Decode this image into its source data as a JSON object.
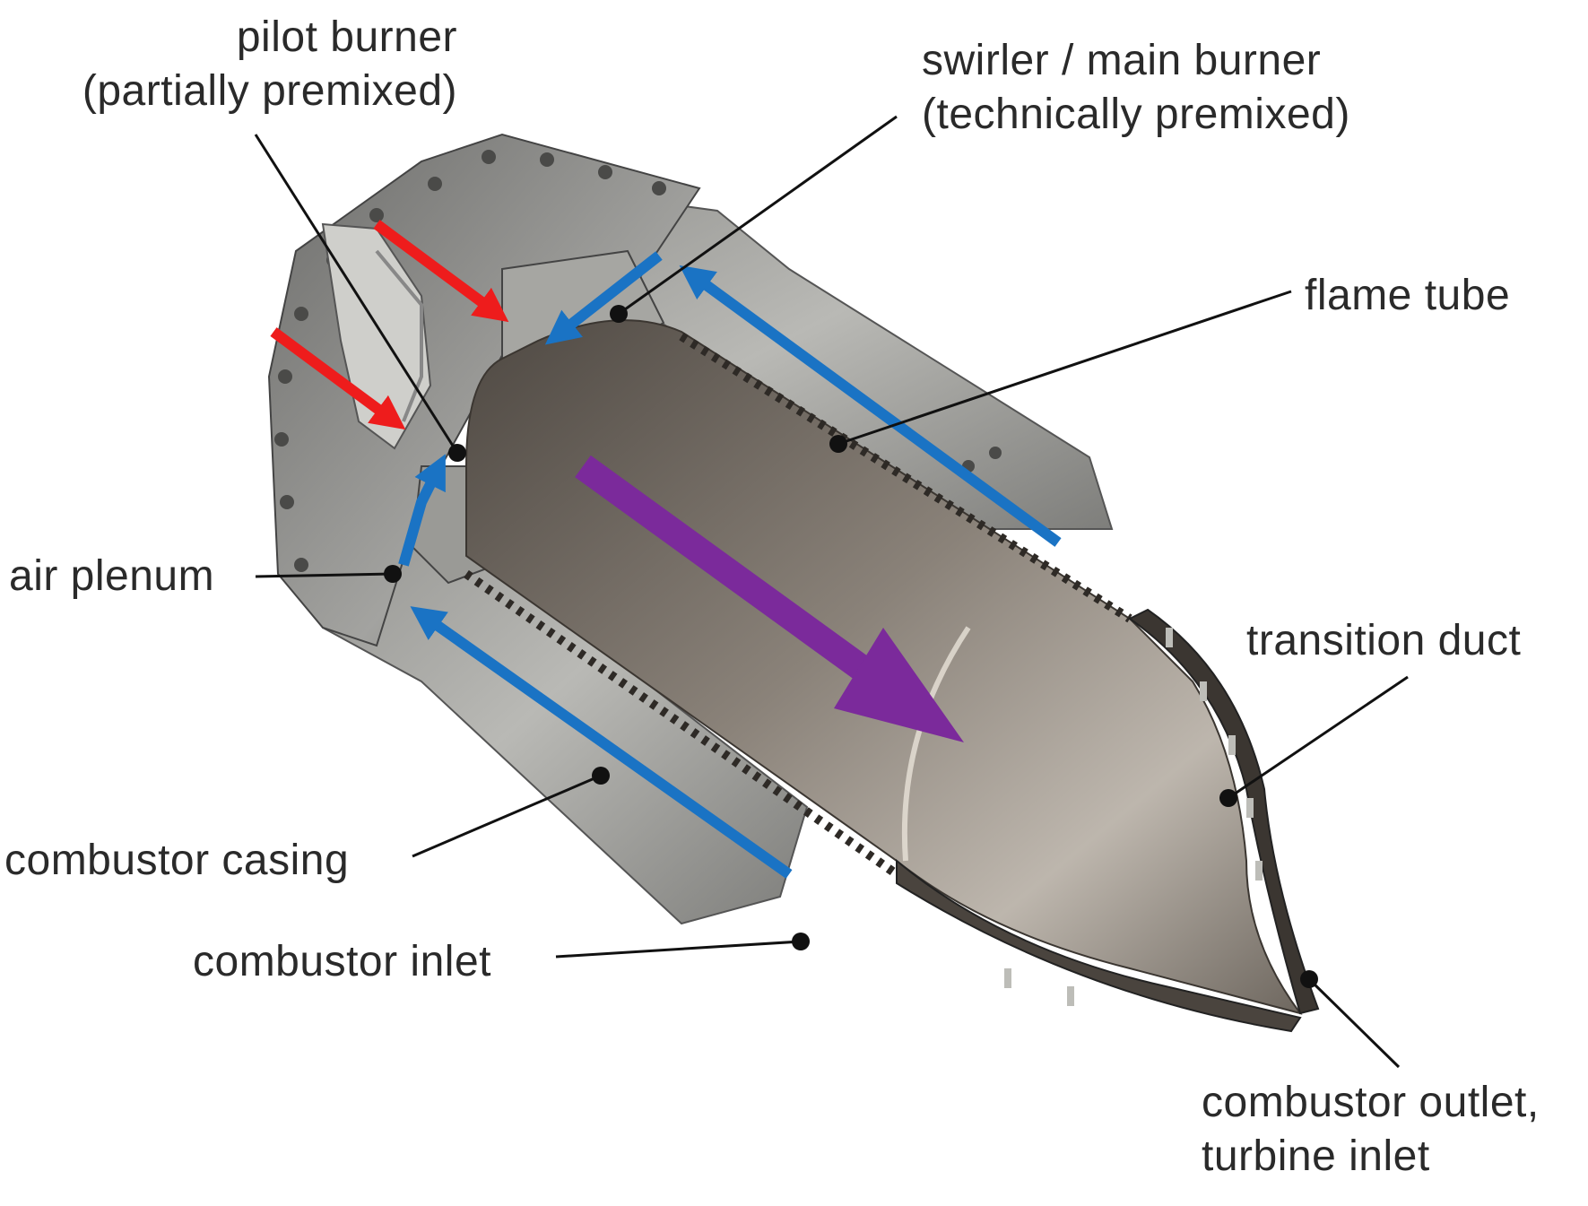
{
  "labels": {
    "pilot_burner": {
      "line1": "pilot burner",
      "line2": "(partially premixed)"
    },
    "swirler": {
      "line1": "swirler / main burner",
      "line2": "(technically premixed)"
    },
    "flame_tube": "flame tube",
    "air_plenum": "air plenum",
    "transition_duct": "transition duct",
    "combustor_casing": "combustor casing",
    "combustor_inlet": "combustor inlet",
    "combustor_outlet": {
      "line1": "combustor outlet,",
      "line2": "turbine inlet"
    }
  },
  "flows": {
    "fuel_color": "#ee1c1c",
    "air_color": "#1a73c4",
    "hot_gas_color": "#7b2a9b"
  },
  "colors": {
    "text": "#2a2a2a",
    "leader": "#111111",
    "casing": "#9a9a96",
    "liner_dark": "#5b554f",
    "liner_light": "#c8c1b8"
  }
}
